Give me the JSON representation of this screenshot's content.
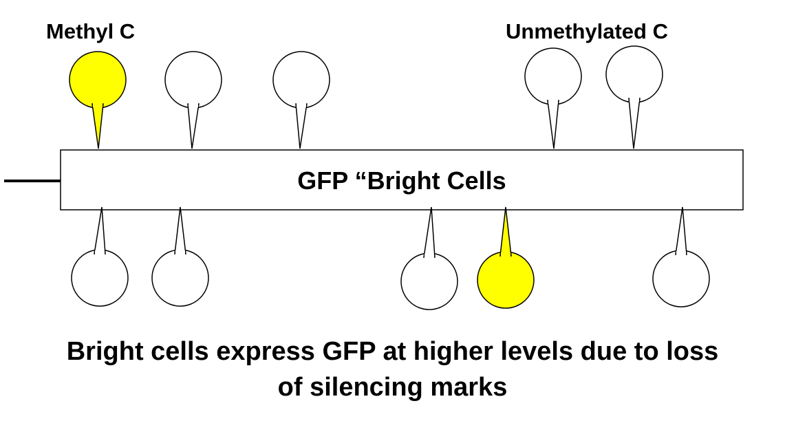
{
  "legend": {
    "methylated_label": "Methyl C",
    "unmethylated_label": "Unmethylated C"
  },
  "gene": {
    "label": "GFP “Bright Cells"
  },
  "caption": {
    "line1": "Bright cells express GFP at higher  levels due to loss",
    "line2": "of silencing marks"
  },
  "colors": {
    "methylated_fill": "#ffff00",
    "unmethylated_fill": "#ffffff",
    "outline": "#000000"
  },
  "cpg_sites": {
    "top_strand": [
      {
        "state": "methylated"
      },
      {
        "state": "unmethylated"
      },
      {
        "state": "unmethylated"
      },
      {
        "state": "unmethylated"
      },
      {
        "state": "unmethylated"
      }
    ],
    "bottom_strand": [
      {
        "state": "unmethylated"
      },
      {
        "state": "unmethylated"
      },
      {
        "state": "unmethylated"
      },
      {
        "state": "methylated"
      },
      {
        "state": "unmethylated"
      }
    ]
  }
}
